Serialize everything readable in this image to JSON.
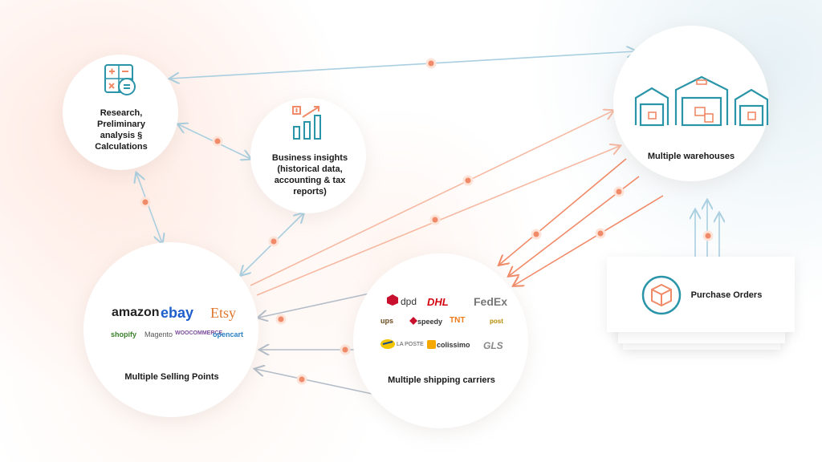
{
  "nodes": {
    "research": {
      "label": "Research, Preliminary analysis § Calculations",
      "icon": "calculator-icon"
    },
    "insights": {
      "label": "Business insights (historical data, accounting & tax reports)",
      "icon": "bar-chart-icon"
    },
    "warehouses": {
      "label": "Multiple warehouses",
      "icon": "warehouse-icon"
    },
    "selling": {
      "label": "Multiple Selling Points",
      "logos": [
        "amazon",
        "ebay",
        "Etsy",
        "shopify",
        "Magento",
        "WOOCOMMERCE",
        "opencart"
      ]
    },
    "carriers": {
      "label": "Multiple shipping carriers",
      "logos": [
        "dpd",
        "DHL",
        "FedEx",
        "ups",
        "speedy",
        "TNT",
        "post",
        "LA POSTE",
        "colissimo",
        "GLS"
      ]
    },
    "purchase": {
      "label": "Purchase Orders",
      "icon": "box-icon"
    }
  },
  "colors": {
    "blue": "#a9cfe0",
    "orange": "#f08a68",
    "orange_light": "#f6b9a2",
    "gray": "#b3bdc8",
    "teal": "#2a94a8",
    "dot": "#f08a68"
  }
}
